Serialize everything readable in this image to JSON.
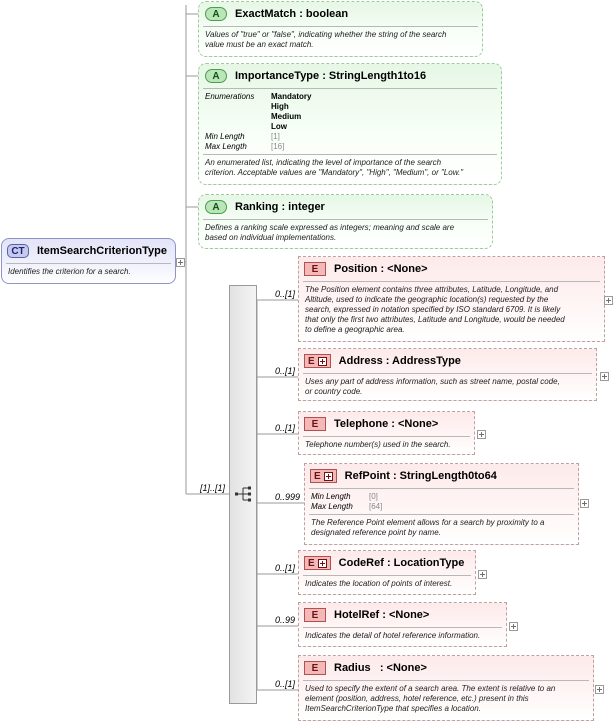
{
  "complex_type": {
    "badge": "CT",
    "name": "ItemSearchCriterionType",
    "description": "Identifies the criterion for a search."
  },
  "attributes": [
    {
      "badge": "A",
      "title": "ExactMatch : boolean",
      "description_lines": [
        "Values of \"true\" or \"false\", indicating whether the string of the search",
        "value must be an exact match."
      ]
    },
    {
      "badge": "A",
      "title": "ImportanceType : StringLength1to16",
      "enum_label": "Enumerations",
      "enum_values": [
        "Mandatory",
        "High",
        "Medium",
        "Low"
      ],
      "min_length_label": "Min Length",
      "min_length_value": "[1]",
      "max_length_label": "Max Length",
      "max_length_value": "[16]",
      "description_lines": [
        "An enumerated list, indicating the level of importance of the search",
        "criterion. Acceptable values are \"Mandatory\", \"High\", \"Medium\", or \"Low.\""
      ]
    },
    {
      "badge": "A",
      "title": "Ranking : integer",
      "description_lines": [
        "Defines a ranking scale expressed as integers; meaning and scale are",
        "based on individual implementations."
      ]
    }
  ],
  "sequence": {
    "multiplicity": "[1]..[1]"
  },
  "elements": [
    {
      "badge": "E",
      "complex": false,
      "title": "Position : <None>",
      "multiplicity": "0..[1]",
      "description_lines": [
        "The Position element contains three attributes, Latitude, Longitude, and",
        "Altitude, used to indicate the geographic location(s) requested by the",
        "search, expressed in notation specified by ISO standard 6709.  It is likely",
        "that only the first two attributes, Latitude and Longitude, would be needed",
        "to define a geographic area."
      ]
    },
    {
      "badge": "E",
      "complex": true,
      "title": "Address : AddressType",
      "multiplicity": "0..[1]",
      "description_lines": [
        "Uses any part of address information, such as street name, postal code,",
        "or country code."
      ]
    },
    {
      "badge": "E",
      "complex": false,
      "title": "Telephone : <None>",
      "multiplicity": "0..[1]",
      "description_lines": [
        "Telephone number(s) used in the search."
      ]
    },
    {
      "badge": "E",
      "complex": true,
      "title": "RefPoint : StringLength0to64",
      "multiplicity": "0..999",
      "min_length_label": "Min Length",
      "min_length_value": "[0]",
      "max_length_label": "Max Length",
      "max_length_value": "[64]",
      "description_lines": [
        "The Reference Point element allows for a search by proximity to a",
        "designated reference point by name."
      ]
    },
    {
      "badge": "E",
      "complex": true,
      "title": "CodeRef : LocationType",
      "multiplicity": "0..[1]",
      "description_lines": [
        "Indicates the location of points of interest."
      ]
    },
    {
      "badge": "E",
      "complex": false,
      "title": "HotelRef : <None>",
      "multiplicity": "0..99",
      "description_lines": [
        "Indicates the detail of hotel reference information."
      ]
    },
    {
      "badge": "E",
      "complex": false,
      "title": "Radius   : <None>",
      "multiplicity": "0..[1]",
      "description_lines": [
        "Used to specify the extent of a search area. The extent is relative to an",
        "element (position, address, hotel reference, etc.) present in this",
        "ItemSearchCriterionType that specifies a location."
      ]
    }
  ]
}
